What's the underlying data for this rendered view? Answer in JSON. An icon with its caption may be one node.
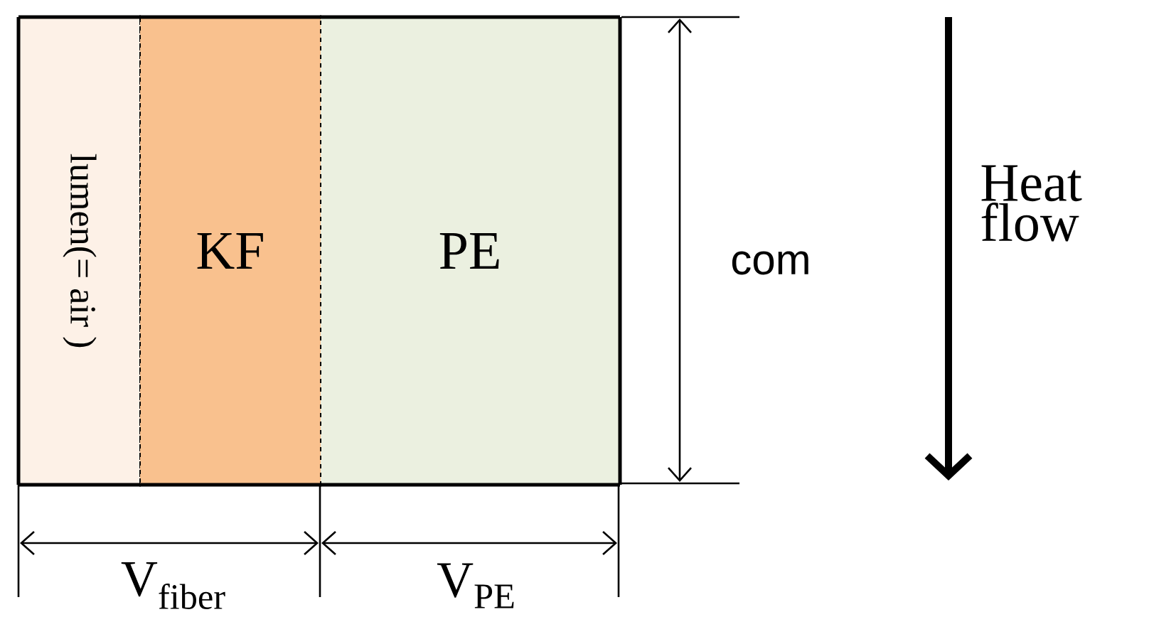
{
  "diagram": {
    "nodes": [
      {
        "text": [
          "lumen(= air )"
        ]
      },
      {
        "text": [
          "KF"
        ]
      },
      {
        "text": [
          "PE"
        ]
      }
    ],
    "labels": [
      "com",
      "Heat flow",
      "V$_{fiber}$",
      "V$_{PE}$"
    ]
  }
}
